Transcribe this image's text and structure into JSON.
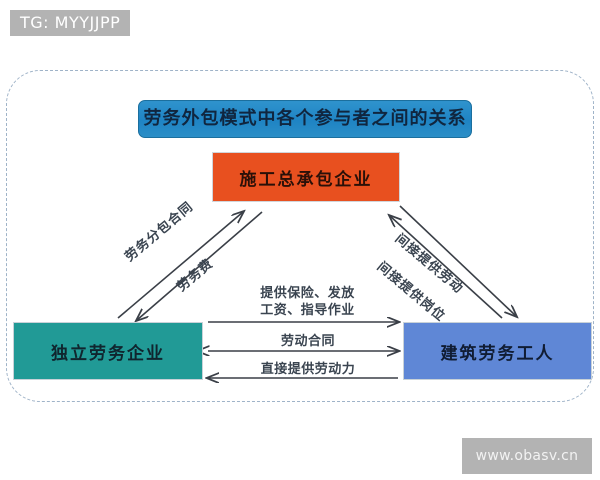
{
  "overlay": {
    "tag_banner": "TG: MYYJJPP",
    "watermark": "www.obasv.cn"
  },
  "diagram": {
    "title": "劳务外包模式中各个参与者之间的关系",
    "nodes": {
      "top": {
        "label": "施工总承包企业",
        "color": "#e8501f"
      },
      "left": {
        "label": "独立劳务企业",
        "color": "#219a96"
      },
      "right": {
        "label": "建筑劳务工人",
        "color": "#5f87d6"
      }
    },
    "edges": {
      "left_up": {
        "label": "劳务分包合同",
        "direction": "up-right"
      },
      "left_down": {
        "label": "劳务费",
        "direction": "down-left"
      },
      "right_up": {
        "label": "间接提供劳动",
        "direction": "up-left"
      },
      "right_down": {
        "label": "间接提供岗位",
        "direction": "down-right"
      },
      "mid_top_line1": "提供保险、发放",
      "mid_top_line2": "工资、指导作业",
      "mid_center": {
        "label": "劳动合同",
        "direction": "both"
      },
      "mid_bottom": {
        "label": "直接提供劳动力",
        "direction": "left"
      }
    },
    "colors": {
      "title_chip": "#1f84c4",
      "frame_border": "#9fb3c8",
      "arrow": "#3a3f47",
      "label_text": "#3a4450"
    }
  }
}
